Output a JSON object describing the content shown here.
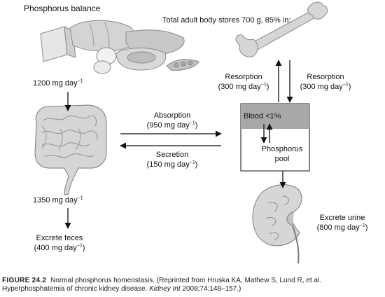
{
  "title": "Phosphorus balance",
  "body_stores": "Total adult body stores 700 g, 85% in:",
  "unit_exp": "−1",
  "intake": {
    "value": "1200 mg day"
  },
  "gut_output": {
    "value": "1350 mg day"
  },
  "feces": {
    "label": "Excrete feces",
    "value": "(400 mg day"
  },
  "absorption": {
    "label": "Absorption",
    "value": "(950 mg day"
  },
  "secretion": {
    "label": "Secretion",
    "value": "(150 mg day"
  },
  "resorption_left": {
    "label": "Resorption",
    "value": "(300 mg day"
  },
  "resorption_right": {
    "label": "Resorption",
    "value": "(300 mg day"
  },
  "blood": {
    "label": "Blood <1%"
  },
  "pool": {
    "line1": "Phosphorus",
    "line2": "pool"
  },
  "urine": {
    "label": "Excrete urine",
    "value": "(800 mg day"
  },
  "caption": {
    "figure": "FIGURE 24.2",
    "text_before_journal": "Normal phosphorus homeostasis. (Reprinted from Hruska KA, Mathew S, Lund R, et al. Hyperphosphatemia of chronic kidney disease.",
    "journal": "Kidney Int",
    "text_after_journal": "2008;74:148–157.)"
  },
  "colors": {
    "blood_box": "#a8a8a8",
    "organ_fill": "#d6d6d6",
    "organ_stroke": "#8a8a8a",
    "arrow": "#111111"
  }
}
